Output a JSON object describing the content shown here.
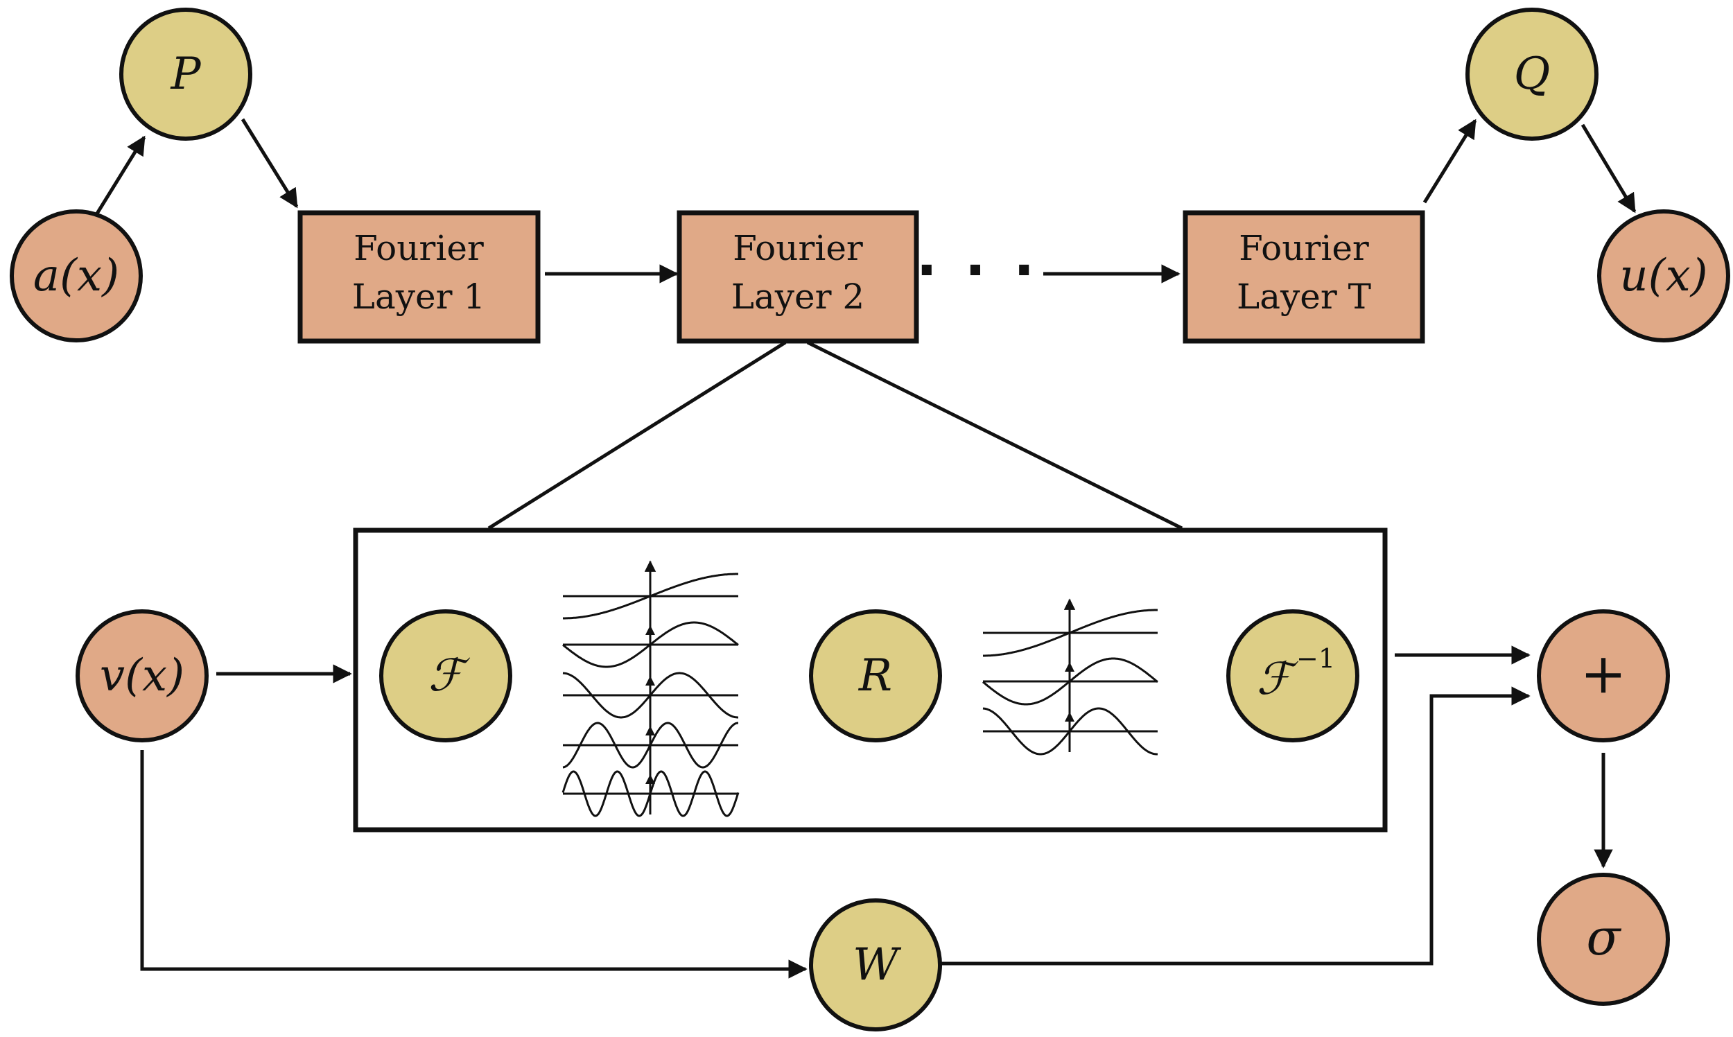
{
  "colors": {
    "orange": "#E0A987",
    "yellow": "#DDCE86",
    "stroke": "#111111"
  },
  "nodes": {
    "a": "a(x)",
    "p": "P",
    "q": "Q",
    "u": "u(x)",
    "v": "v(x)",
    "fourier": "ℱ",
    "r": "R",
    "inv_fourier": "ℱ",
    "inv_sup": "−1",
    "plus": "+",
    "w": "W",
    "sigma": "σ"
  },
  "layers": [
    {
      "line1": "Fourier",
      "line2": "Layer 1"
    },
    {
      "line1": "Fourier",
      "line2": "Layer 2"
    },
    {
      "line1": "Fourier",
      "line2": "Layer T"
    }
  ],
  "ellipsis": "· · ·"
}
